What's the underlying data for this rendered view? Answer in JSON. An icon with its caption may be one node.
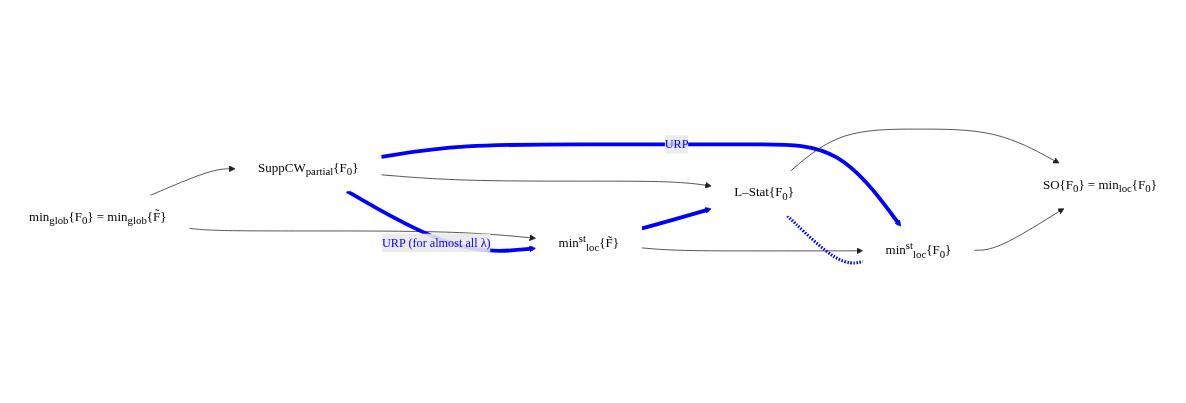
{
  "diagram": {
    "nodes": [
      {
        "text": [
          "min$_{glob}${F$_{0}$} = min$_{glob}${F̃}"
        ]
      },
      {
        "text": [
          "SuppCW$_{partial}${F$_{0}$}"
        ]
      },
      {
        "text": [
          "min$^{st}$$_{loc}${F̃}"
        ]
      },
      {
        "text": [
          "L–Stat{F$_{0}$}"
        ]
      },
      {
        "text": [
          "min$^{st}$$_{loc}${F$_{0}$}"
        ]
      },
      {
        "text": [
          "SO{F$_{0}$} = min$_{loc}${F$_{0}$}"
        ]
      }
    ],
    "edges": [
      {
        "from": 0,
        "to": 1,
        "arrow": "to"
      },
      {
        "from": 0,
        "to": 2,
        "arrow": "to"
      },
      {
        "from": 1,
        "to": 2,
        "arrow": "to",
        "label": "URP (for almost all λ)",
        "style": "thick",
        "color": "#0000ff"
      },
      {
        "from": 1,
        "to": 4,
        "arrow": "to",
        "label": "URP",
        "style": "thick",
        "color": "#0000ff"
      },
      {
        "from": 1,
        "to": 3,
        "arrow": "to"
      },
      {
        "from": 2,
        "to": 3,
        "arrow": "to",
        "style": "thick",
        "color": "#0000ff"
      },
      {
        "from": 2,
        "to": 4,
        "arrow": "to"
      },
      {
        "from": 3,
        "to": 4,
        "arrow": "none",
        "style": "dashed",
        "color": "#0000ff"
      },
      {
        "from": 3,
        "to": 5,
        "arrow": "to"
      },
      {
        "from": 4,
        "to": 5,
        "arrow": "to"
      }
    ]
  }
}
